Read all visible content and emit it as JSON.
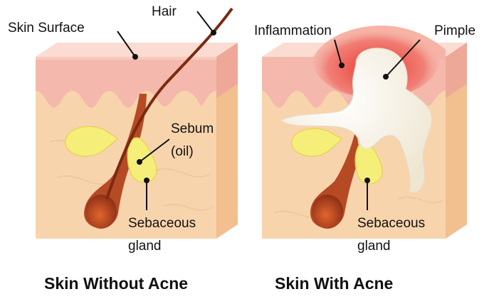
{
  "labels": {
    "skin_surface": "Skin Surface",
    "hair": "Hair",
    "sebum_line1": "Sebum",
    "sebum_line2": "(oil)",
    "gland_left_line1": "Sebaceous",
    "gland_left_line2": "gland",
    "inflammation": "Inflammation",
    "pimple": "Pimple",
    "gland_right_line1": "Sebaceous",
    "gland_right_line2": "gland"
  },
  "captions": {
    "left": "Skin Without Acne",
    "right": "Skin With Acne"
  },
  "colors": {
    "epidermis": "#f4b8ac",
    "epidermis_top": "#f8d6cc",
    "dermis": "#f8d4ad",
    "dermis_side": "#f2c08c",
    "follicle": "#a8401e",
    "gland": "#f5ef7a",
    "inflammation": "#ee5a4e",
    "pimple": "#fbf5ea"
  }
}
